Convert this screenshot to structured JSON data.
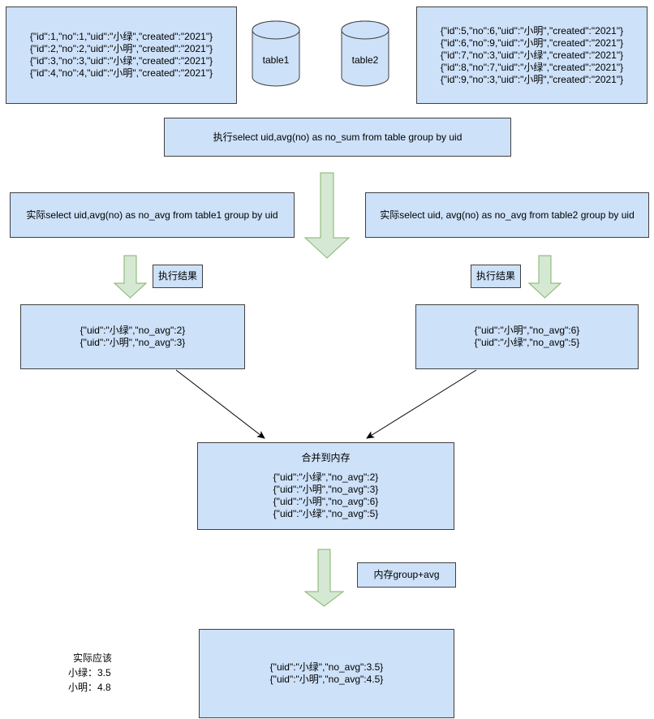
{
  "colors": {
    "box_fill": "#cde1f9",
    "box_border": "#404040",
    "arrow_fill": "#d5e8d4",
    "arrow_border": "#82b366",
    "connector": "#000000"
  },
  "table1_box": {
    "records": [
      "{\"id\":1,\"no\":1,\"uid\":\"小绿\",\"created\":\"2021\"}",
      "{\"id\":2,\"no\":2,\"uid\":\"小明\",\"created\":\"2021\"}",
      "{\"id\":3,\"no\":3,\"uid\":\"小绿\",\"created\":\"2021\"}",
      "{\"id\":4,\"no\":4,\"uid\":\"小明\",\"created\":\"2021\"}"
    ]
  },
  "table2_box": {
    "records": [
      "{\"id\":5,\"no\":6,\"uid\":\"小明\",\"created\":\"2021\"}",
      "{\"id\":6,\"no\":9,\"uid\":\"小明\",\"created\":\"2021\"}",
      "{\"id\":7,\"no\":3,\"uid\":\"小绿\",\"created\":\"2021\"}",
      "{\"id\":8,\"no\":7,\"uid\":\"小绿\",\"created\":\"2021\"}",
      "{\"id\":9,\"no\":3,\"uid\":\"小明\",\"created\":\"2021\"}"
    ]
  },
  "cylinders": {
    "table1": "table1",
    "table2": "table2"
  },
  "exec_box": {
    "text": "执行select uid,avg(no) as no_sum from table group by uid"
  },
  "actual_left_box": {
    "text": "实际select uid,avg(no) as no_avg from table1 group by uid"
  },
  "actual_right_box": {
    "text": "实际select uid, avg(no) as no_avg from table2 group by uid"
  },
  "exec_result_labels": {
    "left": "执行结果",
    "right": "执行结果"
  },
  "result_left_box": {
    "records": [
      "{\"uid\":\"小绿\",\"no_avg\":2}",
      "{\"uid\":\"小明\",\"no_avg\":3}"
    ]
  },
  "result_right_box": {
    "records": [
      "{\"uid\":\"小明\",\"no_avg\":6}",
      "{\"uid\":\"小绿\",\"no_avg\":5}"
    ]
  },
  "merge_box": {
    "title": "合并到内存",
    "records": [
      "{\"uid\":\"小绿\",\"no_avg\":2}",
      "{\"uid\":\"小明\",\"no_avg\":3}",
      "{\"uid\":\"小明\",\"no_avg\":6}",
      "{\"uid\":\"小绿\",\"no_avg\":5}"
    ]
  },
  "memory_group_label": {
    "text": "内存group+avg"
  },
  "final_box": {
    "records": [
      "{\"uid\":\"小绿\",\"no_avg\":3.5}",
      "{\"uid\":\"小明\",\"no_avg\":4.5}"
    ]
  },
  "expected_note": {
    "lines": [
      "实际应该",
      "小绿：3.5",
      "小明：4.8"
    ]
  }
}
